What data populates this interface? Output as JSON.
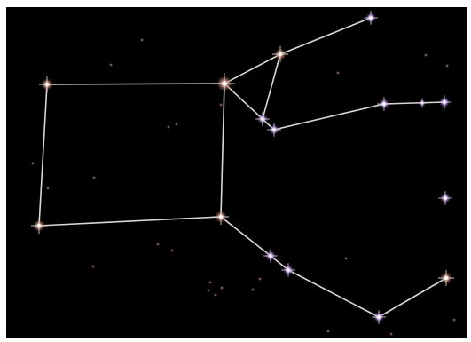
{
  "scene": {
    "background": "#000000",
    "line_color": "#d8d8d8",
    "bright_star_colors": [
      "#f3d9c7",
      "#e0c3ff",
      "#d9a89a"
    ],
    "faint_star_color": "#b0736a",
    "constellation": {
      "stars": [
        {
          "id": "s1",
          "type": "warm"
        },
        {
          "id": "s2",
          "type": "warm"
        },
        {
          "id": "s3",
          "type": "warm"
        },
        {
          "id": "s4",
          "type": "warm"
        },
        {
          "id": "s5",
          "type": "warm"
        },
        {
          "id": "s6",
          "type": "violet"
        },
        {
          "id": "s7",
          "type": "violet"
        },
        {
          "id": "s8",
          "type": "violet"
        },
        {
          "id": "s9",
          "type": "violet"
        },
        {
          "id": "s10",
          "type": "violet"
        },
        {
          "id": "s11",
          "type": "violet"
        },
        {
          "id": "s12",
          "type": "violet"
        },
        {
          "id": "s13",
          "type": "violet"
        },
        {
          "id": "s14",
          "type": "violet"
        },
        {
          "id": "s15",
          "type": "violet"
        },
        {
          "id": "s16",
          "type": "warm"
        }
      ],
      "links": [
        [
          "s1",
          "s2"
        ],
        [
          "s1",
          "s3"
        ],
        [
          "s3",
          "s4"
        ],
        [
          "s4",
          "s2"
        ],
        [
          "s2",
          "s5"
        ],
        [
          "s2",
          "s7"
        ],
        [
          "s5",
          "s7"
        ],
        [
          "s5",
          "s6"
        ],
        [
          "s7",
          "s8"
        ],
        [
          "s8",
          "s9"
        ],
        [
          "s9",
          "s10"
        ],
        [
          "s4",
          "s12"
        ],
        [
          "s12",
          "s13"
        ],
        [
          "s13",
          "s14"
        ],
        [
          "s14",
          "s16"
        ]
      ]
    }
  }
}
